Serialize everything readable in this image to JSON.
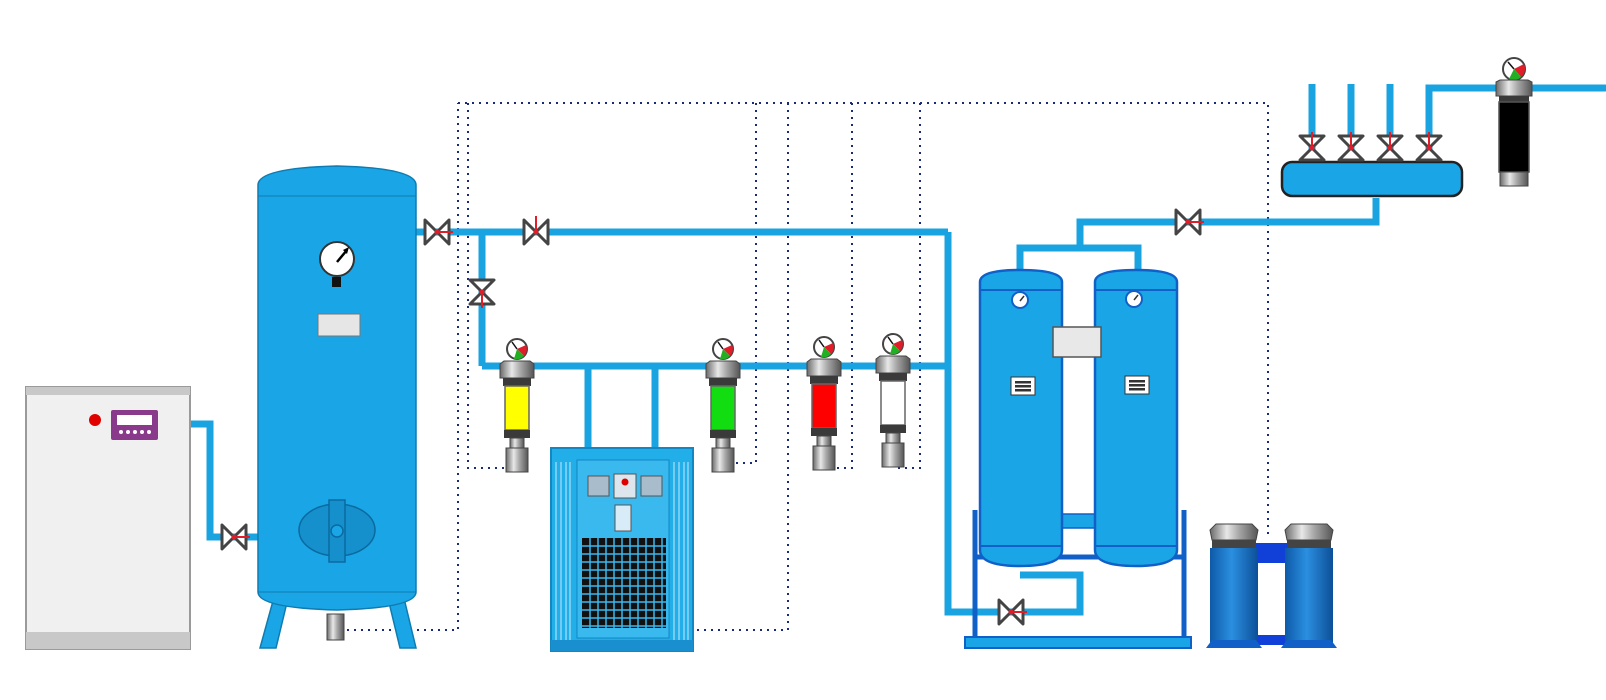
{
  "diagram": {
    "type": "compressed-air-system",
    "colors": {
      "pipe": "#19a3e0",
      "equipment": "#1aa6e6",
      "dark_blue": "#1160c8",
      "valve": "#444444",
      "valve_mark": "#e01e2a",
      "drain_line": "#1a2a7a",
      "compressor_body": "#f0f0f0",
      "controller": "#8a3a8a",
      "indicator_red": "#e00000"
    },
    "filters": [
      {
        "name": "filter-1",
        "element_color": "#ffff00"
      },
      {
        "name": "filter-2",
        "element_color": "#11dd11"
      },
      {
        "name": "filter-3",
        "element_color": "#ff0000"
      },
      {
        "name": "filter-4",
        "element_color": "#ffffff"
      }
    ],
    "outlet_filter": {
      "element_color": "#000000"
    },
    "manifold_outlets": 4
  }
}
